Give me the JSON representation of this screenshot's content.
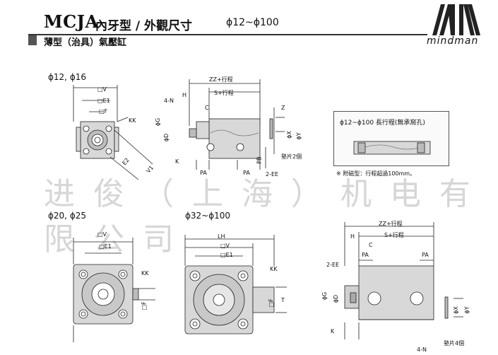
{
  "header": {
    "model": "MCJA",
    "type_cn": "內牙型 / 外觀尺寸",
    "range": "ϕ12~ϕ100",
    "subtitle": "薄型（治具）氣壓缸",
    "brand": "mindman"
  },
  "sections": {
    "s1_label": "ϕ12, ϕ16",
    "s2_label": "ϕ20, ϕ25",
    "s3_label": "ϕ32~ϕ100"
  },
  "dims": {
    "v": "□V",
    "e1": "□E1",
    "f": "□F",
    "kk": "KK",
    "e2": "E2",
    "v1": "V1",
    "zz": "ZZ+行程",
    "s": "S+行程",
    "h": "H",
    "c": "C",
    "n": "4-N",
    "g": "ϕG",
    "d": "ϕD",
    "k": "K",
    "pa": "PA",
    "pb": "PB",
    "ee": "2-EE",
    "z": "Z",
    "x": "ϕX",
    "y": "ϕY",
    "lh": "LH",
    "t": "T",
    "washer2": "墊片2個",
    "washer4": "墊片4個"
  },
  "inset": {
    "title": "ϕ12~ϕ100 長行程(無承窩孔)"
  },
  "note": "※ 附磁型：行程超過100mm。",
  "watermark": "进 俊 （ 上 海 ） 机 电 有 限 公 司"
}
